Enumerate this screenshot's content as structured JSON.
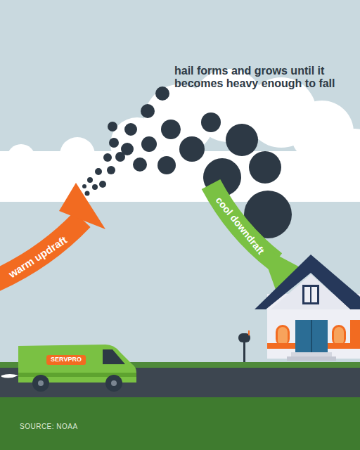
{
  "diagram": {
    "labels": [
      "hail forms and grows until it becomes heavy enough to fall",
      "warm updraft",
      "cool downdraft",
      "SERVPRO",
      "SOURCE: NOAA"
    ]
  }
}
